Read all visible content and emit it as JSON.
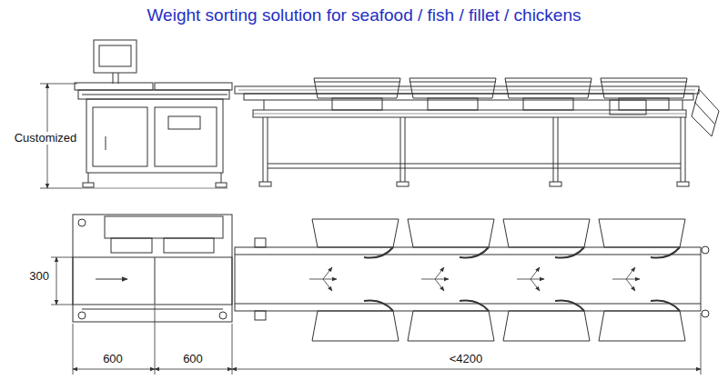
{
  "diagram": {
    "title": "Weight sorting solution for seafood / fish / fillet / chickens",
    "labels": [
      "Customized",
      "300",
      "600",
      "600",
      "<4200"
    ]
  }
}
